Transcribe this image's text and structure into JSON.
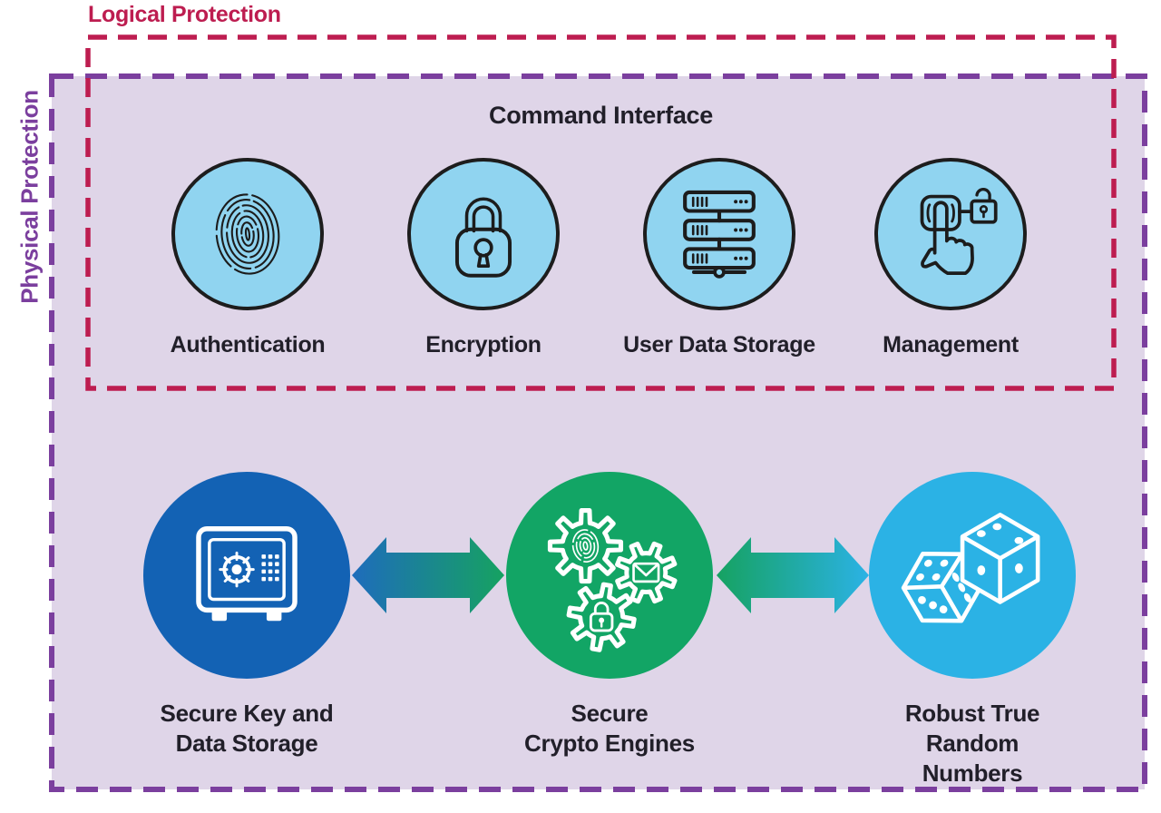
{
  "boxes": {
    "logical": {
      "label": "Logical Protection",
      "border_color": "#bd1d50"
    },
    "physical": {
      "label": "Physical Protection",
      "border_color": "#7b3f9e",
      "fill_color": "#dfd5e8"
    }
  },
  "command_interface": {
    "title": "Command Interface"
  },
  "features": [
    {
      "label": "Authentication",
      "icon": "fingerprint-icon",
      "circle_fill": "#90d4f0",
      "circle_outline": "#1d1d1d"
    },
    {
      "label": "Encryption",
      "icon": "padlock-icon",
      "circle_fill": "#90d4f0",
      "circle_outline": "#1d1d1d"
    },
    {
      "label": "User Data Storage",
      "icon": "server-stack-icon",
      "circle_fill": "#90d4f0",
      "circle_outline": "#1d1d1d"
    },
    {
      "label": "Management",
      "icon": "touch-button-lock-icon",
      "circle_fill": "#90d4f0",
      "circle_outline": "#1d1d1d"
    }
  ],
  "engines": [
    {
      "label": "Secure Key and\nData Storage",
      "icon": "safe-icon",
      "circle_fill": "#1362b4"
    },
    {
      "label": "Secure\nCrypto Engines",
      "icon": "crypto-gears-icon",
      "circle_fill": "#12a565"
    },
    {
      "label": "Robust True\nRandom Numbers",
      "icon": "dice-icon",
      "circle_fill": "#2bb2e5"
    }
  ],
  "arrows": [
    {
      "name": "key-storage-to-crypto-arrow",
      "type": "bidirectional",
      "from_color": "#1e6cbc",
      "to_color": "#16a261"
    },
    {
      "name": "crypto-to-random-arrow",
      "type": "bidirectional",
      "from_color": "#16a261",
      "to_color": "#2bb2e5"
    }
  ]
}
